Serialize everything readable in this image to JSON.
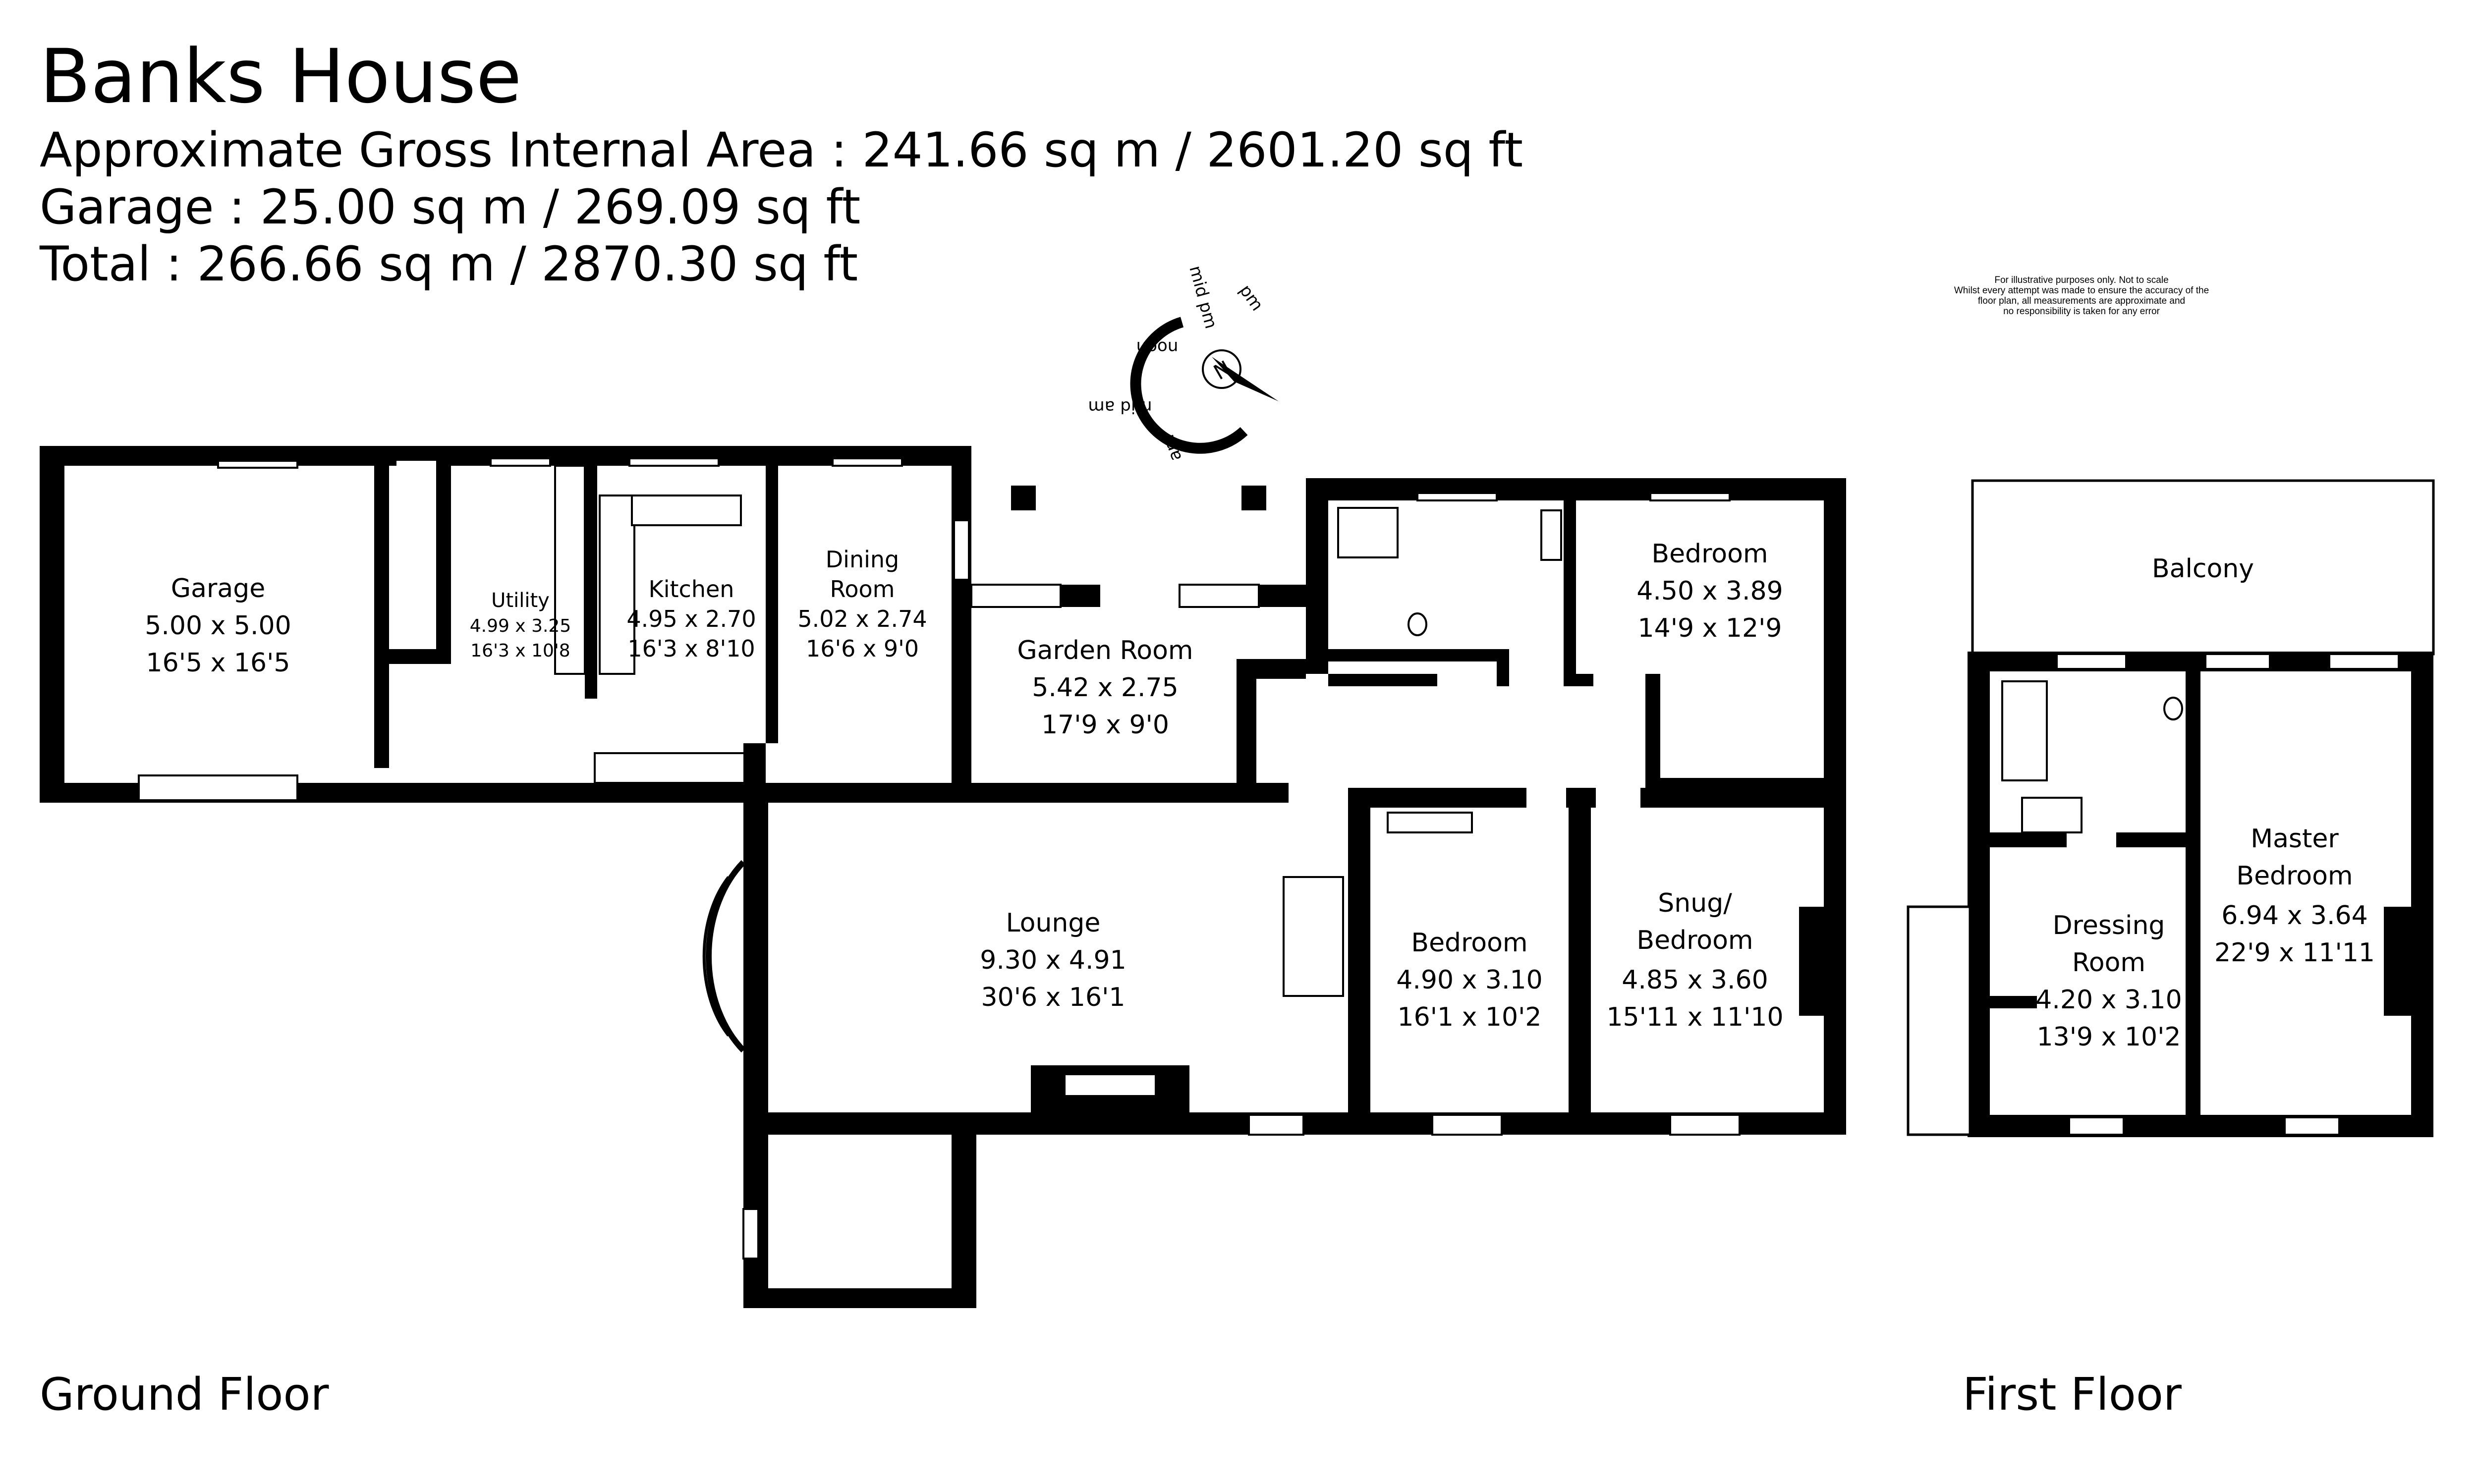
{
  "header": {
    "title": "Banks House",
    "area_line": "Approximate Gross Internal Area : 241.66 sq m / 2601.20 sq ft",
    "garage_line": "Garage : 25.00 sq m / 269.09 sq ft",
    "total_line": "Total : 266.66 sq m / 2870.30 sq ft"
  },
  "disclaimer": [
    "For illustrative purposes only. Not to scale",
    "Whilst every attempt was made to ensure the accuracy of the",
    "floor plan, all measurements are approximate and",
    "no responsibility is taken for any error"
  ],
  "compass": {
    "north": "N",
    "labels": [
      "mid pm",
      "pm",
      "noon",
      "mid am",
      "am"
    ]
  },
  "floors": {
    "ground": "Ground Floor",
    "first": "First Floor"
  },
  "rooms": {
    "garage": {
      "name": "Garage",
      "metric": "5.00 x 5.00",
      "imperial": "16'5 x 16'5"
    },
    "utility": {
      "name": "Utility",
      "metric": "4.99 x 3.25",
      "imperial": "16'3 x 10'8"
    },
    "kitchen": {
      "name": "Kitchen",
      "metric": "4.95 x 2.70",
      "imperial": "16'3 x 8'10"
    },
    "dining": {
      "name1": "Dining",
      "name2": "Room",
      "metric": "5.02 x 2.74",
      "imperial": "16'6 x 9'0"
    },
    "garden": {
      "name": "Garden Room",
      "metric": "5.42 x 2.75",
      "imperial": "17'9 x 9'0"
    },
    "bedroom_ne": {
      "name": "Bedroom",
      "metric": "4.50 x 3.89",
      "imperial": "14'9 x 12'9"
    },
    "lounge": {
      "name": "Lounge",
      "metric": "9.30 x 4.91",
      "imperial": "30'6 x 16'1"
    },
    "bedroom_s": {
      "name": "Bedroom",
      "metric": "4.90 x 3.10",
      "imperial": "16'1 x 10'2"
    },
    "snug": {
      "name1": "Snug/",
      "name2": "Bedroom",
      "metric": "4.85 x 3.60",
      "imperial": "15'11 x 11'10"
    },
    "balcony": {
      "name": "Balcony"
    },
    "dressing": {
      "name1": "Dressing",
      "name2": "Room",
      "metric": "4.20 x 3.10",
      "imperial": "13'9 x 10'2"
    },
    "master": {
      "name1": "Master",
      "name2": "Bedroom",
      "metric": "6.94 x 3.64",
      "imperial": "22'9 x 11'11"
    }
  }
}
